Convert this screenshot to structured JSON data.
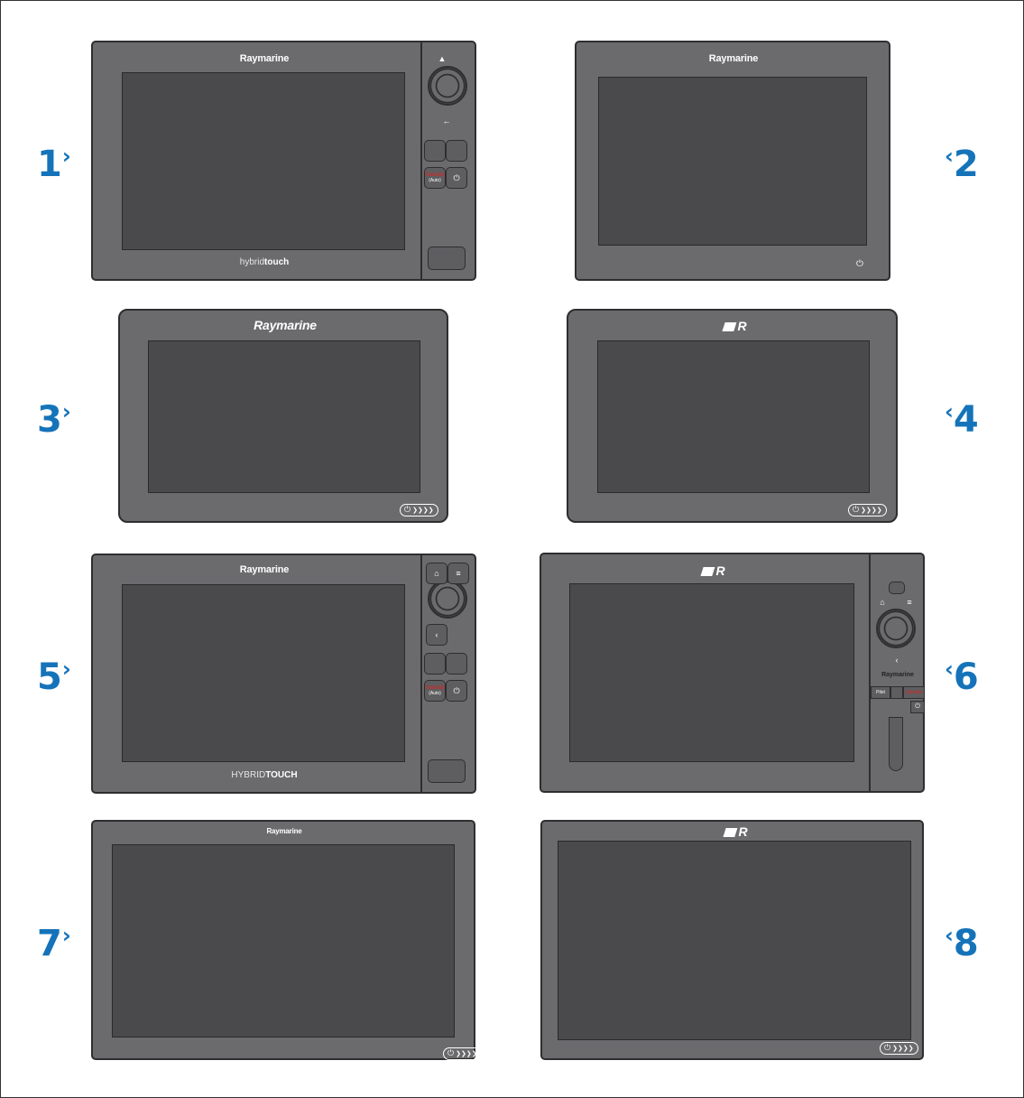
{
  "title": "Raymarine multifunction display variants",
  "accent_color": "#1573b9",
  "devices": [
    {
      "label": "1",
      "brand": "Raymarine",
      "subtitle_light": "hybrid",
      "subtitle_bold": "touch"
    },
    {
      "label": "2",
      "brand": "Raymarine"
    },
    {
      "label": "3",
      "brand": "Raymarine"
    },
    {
      "label": "4",
      "brand": "R"
    },
    {
      "label": "5",
      "brand": "Raymarine",
      "subtitle_light": "HYBRID",
      "subtitle_bold": "TOUCH"
    },
    {
      "label": "6",
      "brand": "R",
      "panel_brand": "Raymarine",
      "pilot_key": "Pilot",
      "standby_key": "Standby"
    },
    {
      "label": "7",
      "brand": "Raymarine"
    },
    {
      "label": "8",
      "brand": "R"
    }
  ],
  "keys": {
    "standby": "Standby",
    "auto": "(Auto)"
  },
  "icons": {
    "power": "⏻",
    "chevrons": "❯❯❯❯",
    "home": "⌂",
    "menu": "≡",
    "back": "‹",
    "up": "▲",
    "left_arrow": "←"
  }
}
